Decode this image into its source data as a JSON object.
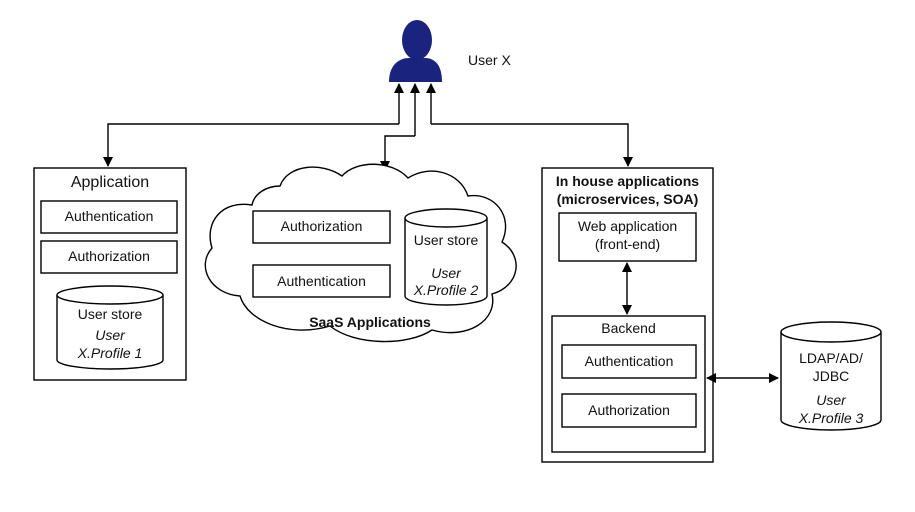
{
  "user": {
    "label": "User X",
    "icon": "user-icon",
    "color": "#1a237e"
  },
  "application": {
    "title": "Application",
    "authentication": "Authentication",
    "authorization": "Authorization",
    "store_title": "User store",
    "store_line1": "User",
    "store_line2": "X.Profile 1"
  },
  "saas": {
    "title": "SaaS Applications",
    "authorization": "Authorization",
    "authentication": "Authentication",
    "store_title": "User store",
    "store_line1": "User",
    "store_line2": "X.Profile 2"
  },
  "inhouse": {
    "title_line1": "In house applications",
    "title_line2": "(microservices, SOA)",
    "web_line1": "Web application",
    "web_line2": "(front-end)",
    "backend_title": "Backend",
    "authentication": "Authentication",
    "authorization": "Authorization"
  },
  "ldap": {
    "line1": "LDAP/AD/",
    "line2": "JDBC",
    "line3": "User",
    "line4": "X.Profile 3"
  }
}
